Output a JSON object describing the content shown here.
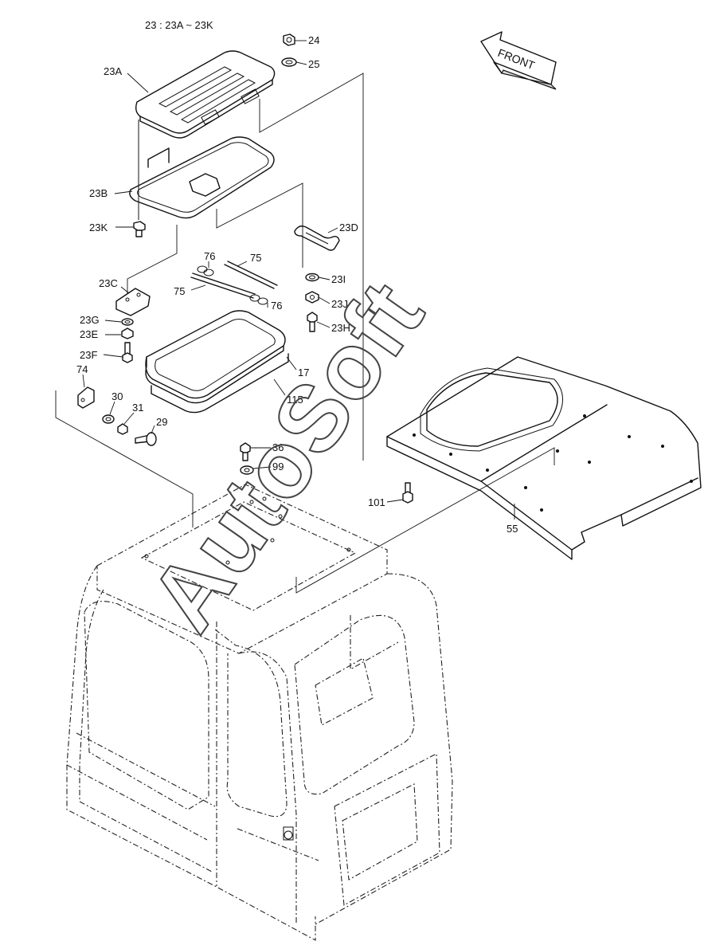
{
  "header": {
    "text": "23 : 23A ~ 23K"
  },
  "front_arrow": {
    "label": "FRONT"
  },
  "watermark": {
    "text": "AutoSoft"
  },
  "labels": {
    "l24": "24",
    "l25": "25",
    "l23A": "23A",
    "l23B": "23B",
    "l23K": "23K",
    "l23D": "23D",
    "l76a": "76",
    "l75a": "75",
    "l75b": "75",
    "l76b": "76",
    "l23C": "23C",
    "l23I": "23I",
    "l23J": "23J",
    "l23H": "23H",
    "l23G": "23G",
    "l23E": "23E",
    "l23F": "23F",
    "l17": "17",
    "l115": "115",
    "l74": "74",
    "l30": "30",
    "l31": "31",
    "l29": "29",
    "l36": "36",
    "l99": "99",
    "l101": "101",
    "l55": "55"
  }
}
